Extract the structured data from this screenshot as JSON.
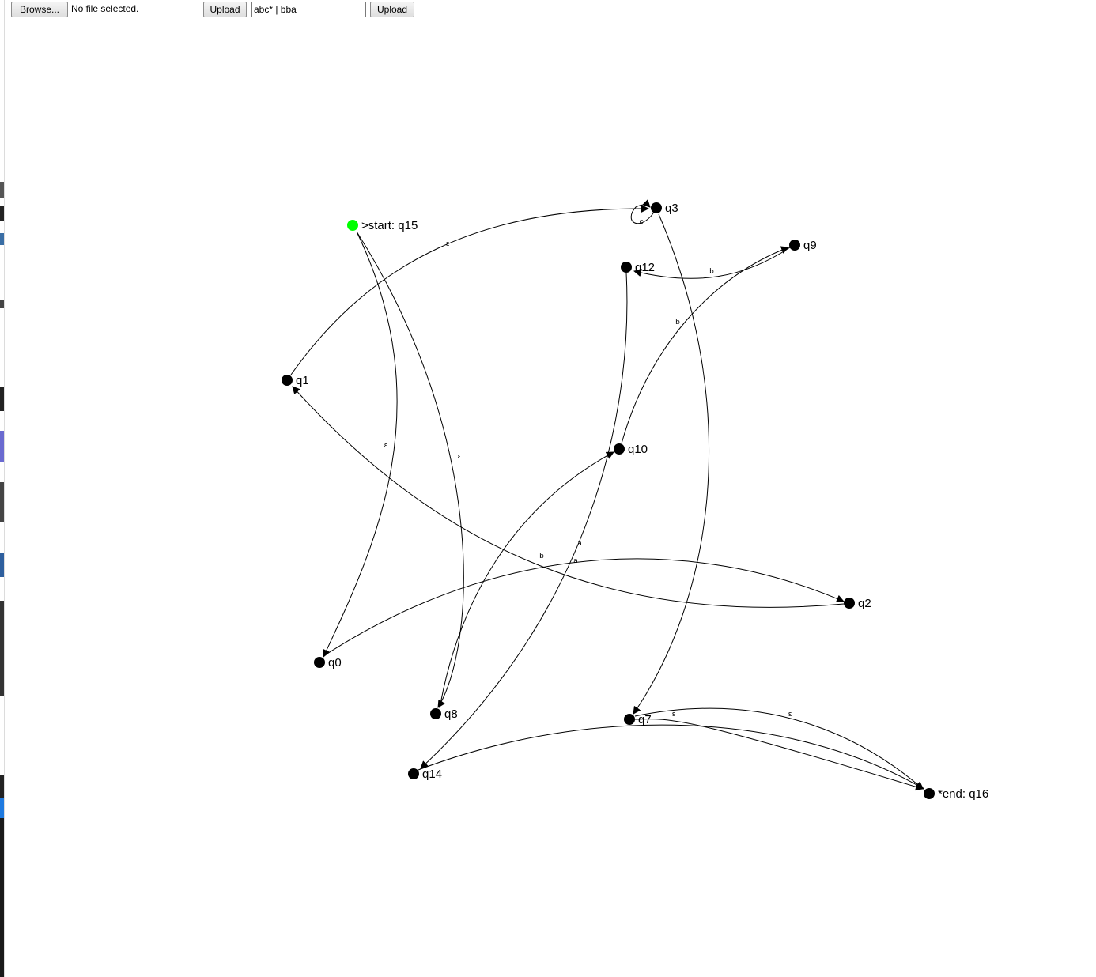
{
  "toolbar": {
    "browse_label": "Browse...",
    "file_status": "No file selected.",
    "upload_file_label": "Upload",
    "regex_value": "abc* | bba",
    "upload_regex_label": "Upload"
  },
  "colors": {
    "start_node": "#00ff00",
    "node": "#000000",
    "edge": "#000000"
  },
  "automaton": {
    "nodes": [
      {
        "id": "q15",
        "label": ">start: q15",
        "start": true
      },
      {
        "id": "q3",
        "label": "q3"
      },
      {
        "id": "q9",
        "label": "q9"
      },
      {
        "id": "q12",
        "label": "q12"
      },
      {
        "id": "q1",
        "label": "q1"
      },
      {
        "id": "q10",
        "label": "q10"
      },
      {
        "id": "q2",
        "label": "q2"
      },
      {
        "id": "q0",
        "label": "q0"
      },
      {
        "id": "q8",
        "label": "q8"
      },
      {
        "id": "q7",
        "label": "q7"
      },
      {
        "id": "q14",
        "label": "q14"
      },
      {
        "id": "q16",
        "label": "*end: q16",
        "end": true
      }
    ],
    "edges": [
      {
        "from": "q1",
        "to": "q3",
        "label": "ε"
      },
      {
        "from": "q3",
        "to": "q3",
        "label": "c"
      },
      {
        "from": "q15",
        "to": "q0",
        "label": "ε"
      },
      {
        "from": "q15",
        "to": "q8",
        "label": "ε"
      },
      {
        "from": "q3",
        "to": "q7",
        "label": ""
      },
      {
        "from": "q9",
        "to": "q12",
        "label": "b"
      },
      {
        "from": "q10",
        "to": "q9",
        "label": "b"
      },
      {
        "from": "q8",
        "to": "q10",
        "label": "a"
      },
      {
        "from": "q12",
        "to": "q14",
        "label": "a"
      },
      {
        "from": "q2",
        "to": "q1",
        "label": "b"
      },
      {
        "from": "q0",
        "to": "q2",
        "label": ""
      },
      {
        "from": "q14",
        "to": "q16",
        "label": ""
      },
      {
        "from": "q7",
        "to": "q16",
        "label": "ε"
      },
      {
        "from": "q7",
        "to": "q16",
        "label": "ε"
      }
    ]
  }
}
